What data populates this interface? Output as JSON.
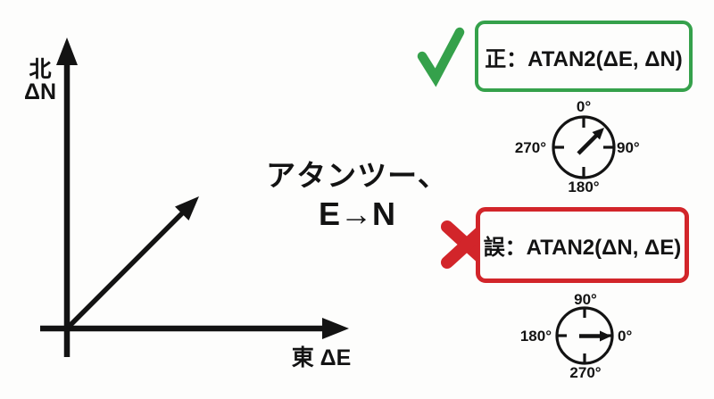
{
  "colors": {
    "correct_green": "#35a14b",
    "wrong_red": "#d2252a",
    "ink": "#131313",
    "background": "#fdfdfc"
  },
  "axes_figure": {
    "north_kanji": "北",
    "north_delta": "ΔN",
    "east_label": "東 ΔE"
  },
  "caption": {
    "line1": "アタンツー、",
    "line2": "E→N"
  },
  "correct_section": {
    "formula": "正：ATAN2(ΔE, ΔN)",
    "mark": "check",
    "compass": {
      "top": "0°",
      "right": "90°",
      "bottom": "180°",
      "left": "270°",
      "needle_direction": "northeast"
    }
  },
  "wrong_section": {
    "formula": "誤：ATAN2(ΔN, ΔE)",
    "mark": "cross",
    "compass": {
      "top": "90°",
      "right": "0°",
      "bottom": "270°",
      "left": "180°",
      "needle_direction": "east"
    }
  }
}
